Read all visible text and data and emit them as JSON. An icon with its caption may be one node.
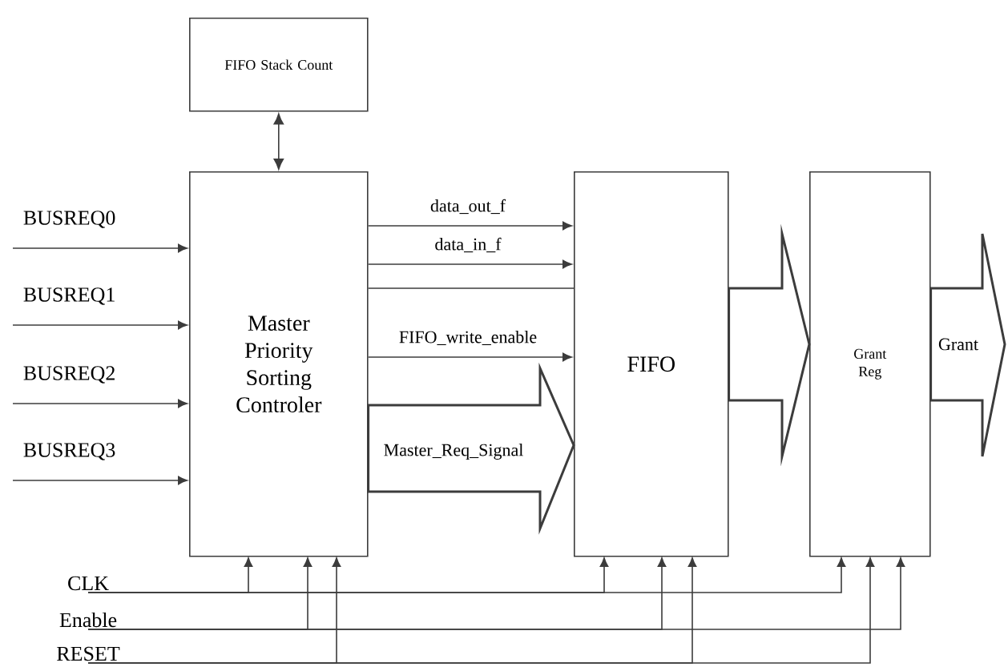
{
  "diagram": {
    "nodes": [
      {
        "text": [
          "FIFO Stack Count"
        ]
      },
      {
        "text": [
          "Master Priority Sorting Controler"
        ]
      },
      {
        "text": [
          "FIFO"
        ]
      },
      {
        "text": [
          "Grant Reg"
        ]
      },
      {
        "text": [
          "CLK"
        ]
      },
      {
        "text": [
          "Enable"
        ]
      },
      {
        "text": [
          "RESET"
        ]
      }
    ],
    "edges": [
      {
        "from": 0,
        "to": 1,
        "arrow": "both"
      },
      {
        "from": null,
        "to": 1,
        "arrow": "to",
        "label": "BUSREQ0"
      },
      {
        "from": null,
        "to": 1,
        "arrow": "to",
        "label": "BUSREQ1"
      },
      {
        "from": null,
        "to": 1,
        "arrow": "to",
        "label": "BUSREQ2"
      },
      {
        "from": null,
        "to": 1,
        "arrow": "to",
        "label": "BUSREQ3"
      },
      {
        "from": 1,
        "to": 2,
        "arrow": "to",
        "label": "data_out_f"
      },
      {
        "from": 1,
        "to": 2,
        "arrow": "to",
        "label": "data_in_f"
      },
      {
        "from": 1,
        "to": 2,
        "arrow": "none"
      },
      {
        "from": 1,
        "to": 2,
        "arrow": "to",
        "label": "FIFO_write_enable"
      },
      {
        "from": 1,
        "to": 2,
        "arrow": "to",
        "style": "thick",
        "label": "Master_Req_Signal"
      },
      {
        "from": 2,
        "to": 3,
        "arrow": "to",
        "style": "thick"
      },
      {
        "from": 3,
        "to": null,
        "arrow": "to",
        "style": "thick",
        "label": "Grant"
      },
      {
        "from": 4,
        "to": 1,
        "arrow": "to"
      },
      {
        "from": 4,
        "to": 2,
        "arrow": "to"
      },
      {
        "from": 4,
        "to": 3,
        "arrow": "to"
      },
      {
        "from": 5,
        "to": 1,
        "arrow": "to"
      },
      {
        "from": 5,
        "to": 2,
        "arrow": "to"
      },
      {
        "from": 5,
        "to": 3,
        "arrow": "to"
      },
      {
        "from": 6,
        "to": 1,
        "arrow": "to"
      },
      {
        "from": 6,
        "to": 2,
        "arrow": "to"
      },
      {
        "from": 6,
        "to": 3,
        "arrow": "to"
      }
    ]
  }
}
